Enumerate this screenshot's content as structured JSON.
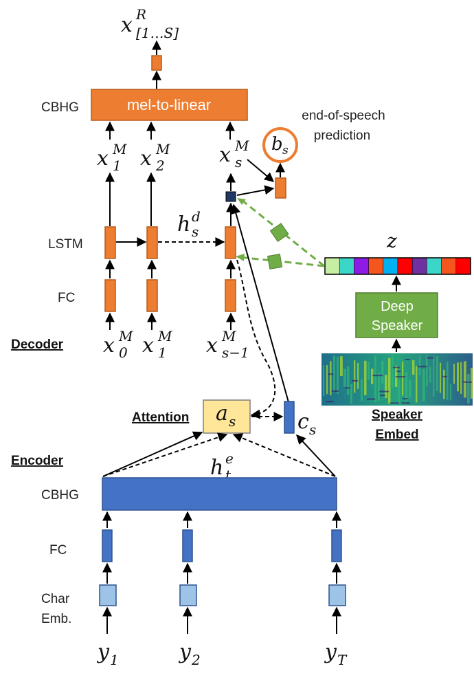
{
  "labels": {
    "cbhg_top": "CBHG",
    "lstm": "LSTM",
    "fc_dec": "FC",
    "decoder": "Decoder",
    "attention": "Attention",
    "encoder": "Encoder",
    "cbhg_bottom": "CBHG",
    "fc_enc": "FC",
    "char1": "Char",
    "char2": "Emb.",
    "speaker1": "Speaker",
    "speaker2": "Embed",
    "eos1": "end-of-speech",
    "eos2": "prediction"
  },
  "boxes": {
    "mel_to_linear": "mel-to-linear",
    "deep_speaker1": "Deep",
    "deep_speaker2": "Speaker"
  },
  "math": {
    "xR": "x",
    "xR_sup": "R",
    "xR_sub": "[1…S]",
    "x1": "x",
    "x1_sup": "M",
    "x1_sub": "1",
    "x2": "x",
    "x2_sup": "M",
    "x2_sub": "2",
    "xs": "x",
    "xs_sup": "M",
    "xs_sub": "s",
    "bs": "b",
    "bs_sub": "s",
    "hd": "h",
    "hd_sup": "d",
    "hd_sub": "s",
    "z": "z",
    "x0": "x",
    "x0_sup": "M",
    "x0_sub": "0",
    "x1b": "x",
    "x1b_sup": "M",
    "x1b_sub": "1",
    "xsm1": "x",
    "xsm1_sup": "M",
    "xsm1_sub": "s−1",
    "as": "a",
    "as_sub": "s",
    "cs": "c",
    "cs_sub": "s",
    "he": "h",
    "he_sup": "e",
    "he_sub": "t",
    "y1": "y",
    "y1_sub": "1",
    "y2": "y",
    "y2_sub": "2",
    "yT": "y",
    "yT_sub": "T"
  },
  "colors": {
    "orange": "#ED7D31",
    "orange_stroke": "#B85A1A",
    "blue": "#4472C4",
    "blue_stroke": "#2F528F",
    "light_blue": "#9DC3E6",
    "green": "#70AD47",
    "dashed_green": "#70AD47",
    "yellow": "#FFE699",
    "navy": "#203864"
  },
  "embedding_colors": [
    "#C6EFA4",
    "#3CD6C8",
    "#8E1AE6",
    "#F4561E",
    "#00B0F0",
    "#FF0000",
    "#7030A0",
    "#3CD6C8",
    "#F4561E",
    "#FF0000"
  ]
}
